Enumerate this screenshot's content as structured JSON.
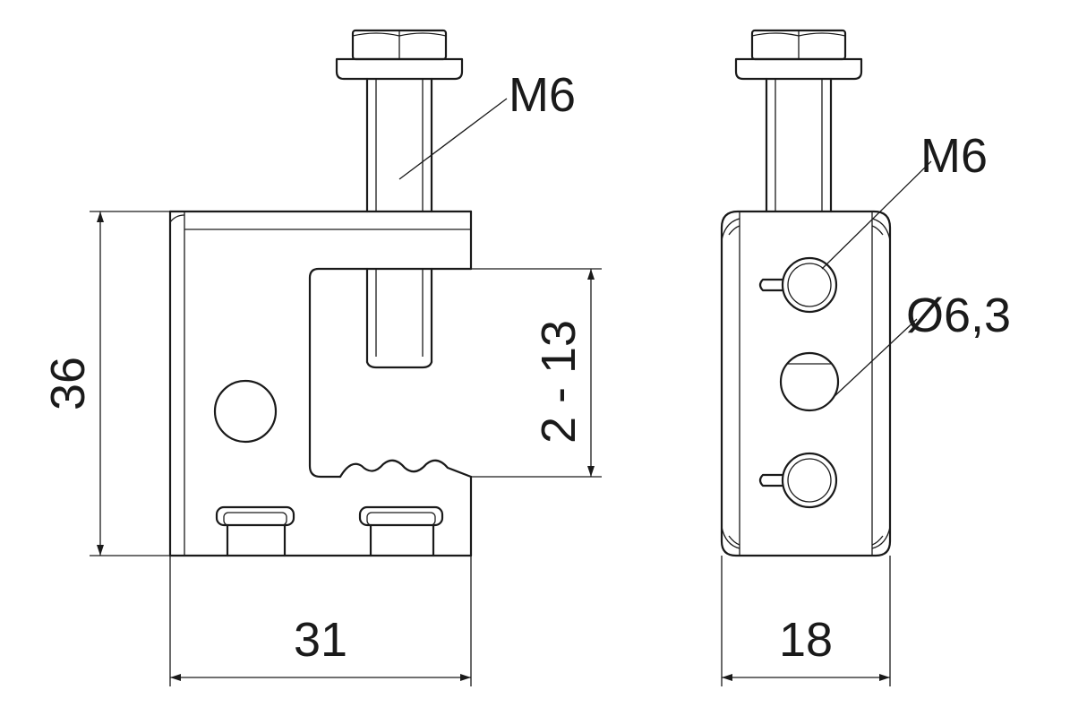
{
  "labels": {
    "thread_side": "M6",
    "thread_front": "M6",
    "hole_diameter": "Ø6,3",
    "clamp_range": "2 - 13",
    "height": "36",
    "width_side": "31",
    "width_front": "18"
  },
  "colors": {
    "line": "#1a1a1a",
    "background": "#ffffff"
  }
}
